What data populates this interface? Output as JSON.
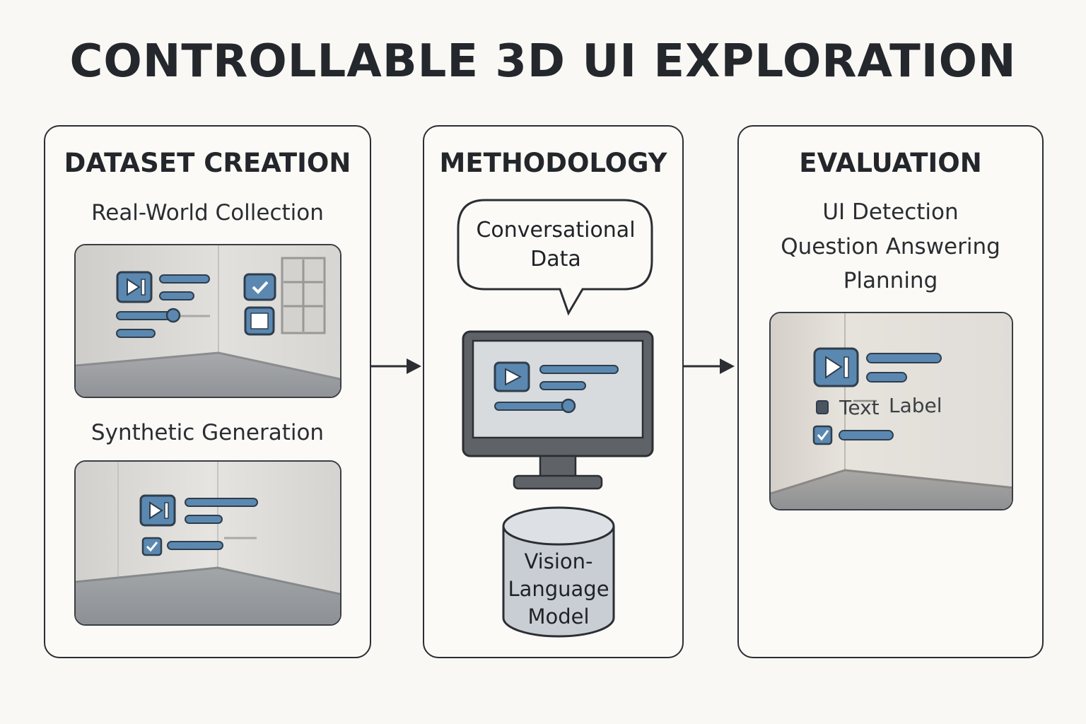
{
  "title": "CONTROLLABLE 3D UI EXPLORATION",
  "panels": {
    "dataset": {
      "heading": "DATASET CREATION",
      "real_world_label": "Real-World Collection",
      "synthetic_label": "Synthetic Generation"
    },
    "methodology": {
      "heading": "METHODOLOGY",
      "bubble_line1": "Conversational",
      "bubble_line2": "Data",
      "model_line1": "Vision-",
      "model_line2": "Language",
      "model_line3": "Model"
    },
    "evaluation": {
      "heading": "EVALUATION",
      "tasks": [
        "UI Detection",
        "Question Answering",
        "Planning"
      ],
      "overlay_text": "Text",
      "overlay_label": "Label"
    }
  },
  "colors": {
    "ui_blue": "#5b88b0",
    "ui_outline": "#2f3e4d",
    "wall": "#dcdad6",
    "floor": "#9a9ea3",
    "monitor_body": "#5f6368"
  },
  "icons": [
    "play-skip-icon",
    "checkbox-checked-icon",
    "checkbox-empty-icon",
    "monitor-icon",
    "database-icon",
    "speech-bubble-icon",
    "arrow-right-icon"
  ]
}
